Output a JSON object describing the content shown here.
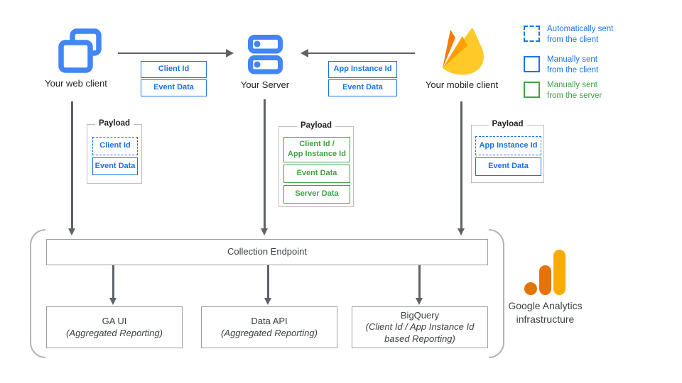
{
  "clients": {
    "web": {
      "label": "Your web client",
      "icon": "browser-windows-icon"
    },
    "server": {
      "label": "Your Server",
      "icon": "server-stack-icon"
    },
    "mobile": {
      "label": "Your mobile client",
      "icon": "firebase-flame-icon"
    }
  },
  "arrows": {
    "web_to_server": {
      "labels": [
        "Client Id",
        "Event Data"
      ]
    },
    "mobile_to_server": {
      "labels": [
        "App Instance Id",
        "Event Data"
      ]
    }
  },
  "legend": {
    "items": [
      {
        "swatch": "dashed-blue-square",
        "label": "Automatically sent\nfrom the client",
        "color": "#1a73e8"
      },
      {
        "swatch": "solid-blue-square",
        "label": "Manually sent\nfrom the client",
        "color": "#1a73e8"
      },
      {
        "swatch": "solid-green-square",
        "label": "Manually sent\nfrom the server",
        "color": "#43a047"
      }
    ]
  },
  "payloads": {
    "web": {
      "title": "Payload",
      "items": [
        {
          "label": "Client Id",
          "style": "automatically-sent-from-client"
        },
        {
          "label": "Event Data",
          "style": "manually-sent-from-client"
        }
      ]
    },
    "server": {
      "title": "Payload",
      "items": [
        {
          "label": "Client Id /\nApp Instance Id",
          "style": "manually-sent-from-server"
        },
        {
          "label": "Event Data",
          "style": "manually-sent-from-server"
        },
        {
          "label": "Server Data",
          "style": "manually-sent-from-server"
        }
      ]
    },
    "mobile": {
      "title": "Payload",
      "items": [
        {
          "label": "App Instance Id",
          "style": "automatically-sent-from-client"
        },
        {
          "label": "Event Data",
          "style": "manually-sent-from-client"
        }
      ]
    }
  },
  "infrastructure": {
    "endpoint_label": "Collection Endpoint",
    "outputs": [
      {
        "title": "GA UI",
        "subtitle": "(Aggregated Reporting)"
      },
      {
        "title": "Data API",
        "subtitle": "(Aggregated Reporting)"
      },
      {
        "title": "BigQuery",
        "subtitle": "(Client Id / App Instance Id\nbased Reporting)"
      }
    ],
    "brand_label": "Google Analytics\ninfrastructure"
  },
  "colors": {
    "blue": "#1a73e8",
    "icon_blue": "#4285f4",
    "green": "#43a047",
    "arrow_gray": "#5f6368",
    "box_border_gray": "#9e9e9e",
    "firebase_yellow": "#ffca28",
    "firebase_orange": "#ffa000",
    "firebase_deep_orange": "#f57c00",
    "ga_logo_orange_dark": "#e37400",
    "ga_logo_orange": "#e8710a",
    "ga_logo_yellow": "#f9ab00"
  }
}
